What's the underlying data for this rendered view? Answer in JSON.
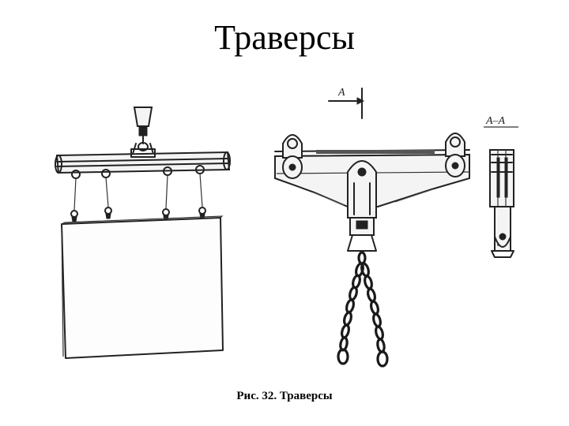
{
  "slide": {
    "title": "Траверсы"
  },
  "figure": {
    "caption": "Рис. 32. Траверсы",
    "section_arrow_label": "A",
    "section_view_label": "A–A"
  }
}
